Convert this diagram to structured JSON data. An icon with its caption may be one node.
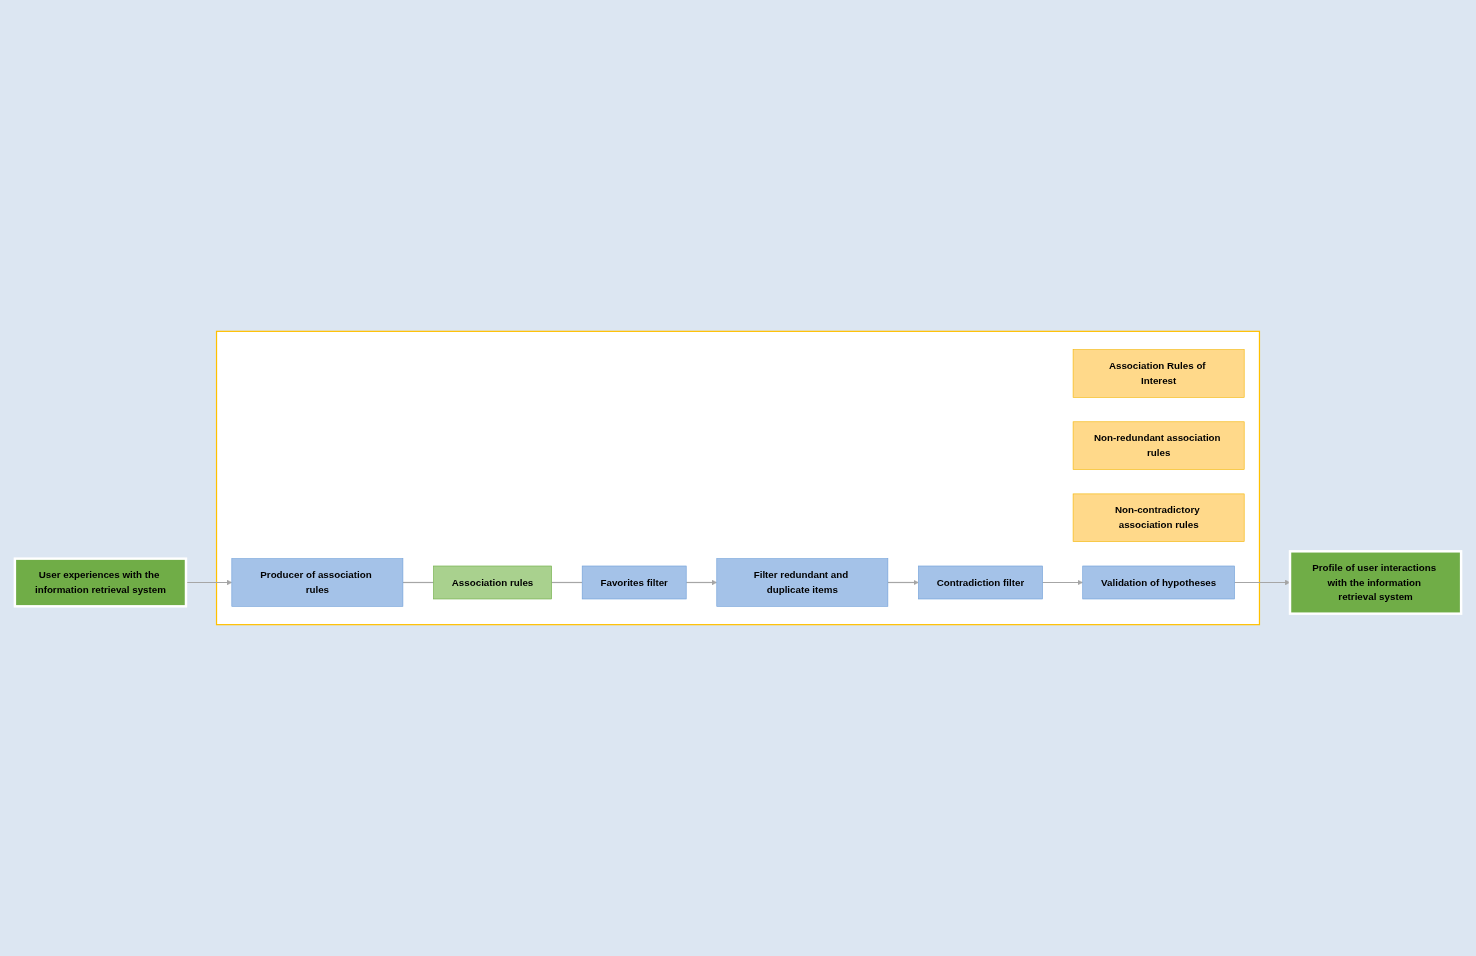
{
  "diagram": {
    "nodes": [
      {
        "text": [
          "User experiences with the information retrieval system"
        ]
      },
      {
        "text": [],
        "shape": "box"
      },
      {
        "text": [
          "Producer of association rules"
        ],
        "in": 1
      },
      {
        "text": [
          "Association rules"
        ],
        "in": 1
      },
      {
        "text": [
          "Favorites filter"
        ],
        "in": 1
      },
      {
        "text": [
          "Association Rules of Interest"
        ],
        "in": 1
      },
      {
        "text": [
          "Filter redundant and duplicate items"
        ],
        "in": 1
      },
      {
        "text": [
          "Non-redundant association rules"
        ],
        "in": 1
      },
      {
        "text": [
          "Contradiction filter"
        ],
        "in": 1
      },
      {
        "text": [
          "Non-contradictory association rules"
        ],
        "in": 1
      },
      {
        "text": [
          "Validation of hypotheses"
        ],
        "in": 1
      },
      {
        "text": [
          "Profile of user interactions with the information retrieval system"
        ]
      }
    ],
    "edges": [
      {
        "from": 0,
        "to": 2,
        "arrow": "to"
      },
      {
        "from": 2,
        "to": 3,
        "arrow": "none"
      },
      {
        "from": 3,
        "to": 4,
        "arrow": "none"
      },
      {
        "from": 4,
        "to": 6,
        "arrow": "to"
      },
      {
        "from": 6,
        "to": 8,
        "arrow": "to"
      },
      {
        "from": 8,
        "to": 10,
        "arrow": "to"
      },
      {
        "from": 10,
        "to": 11,
        "arrow": "to"
      }
    ]
  }
}
